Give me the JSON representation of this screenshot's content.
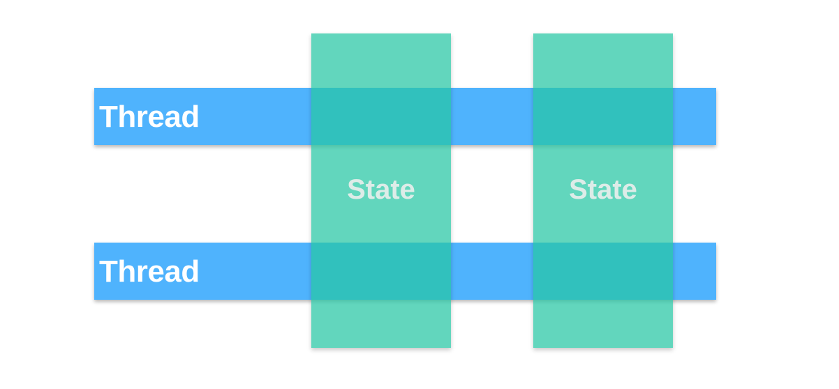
{
  "diagram": {
    "threads": [
      {
        "label": "Thread"
      },
      {
        "label": "Thread"
      }
    ],
    "states": [
      {
        "label": "State"
      },
      {
        "label": "State"
      }
    ],
    "colors": {
      "thread_bar": "#4fb3fd",
      "state_column": "#26c6a3",
      "thread_text": "#ffffff",
      "state_text": "#ebeeec"
    }
  }
}
